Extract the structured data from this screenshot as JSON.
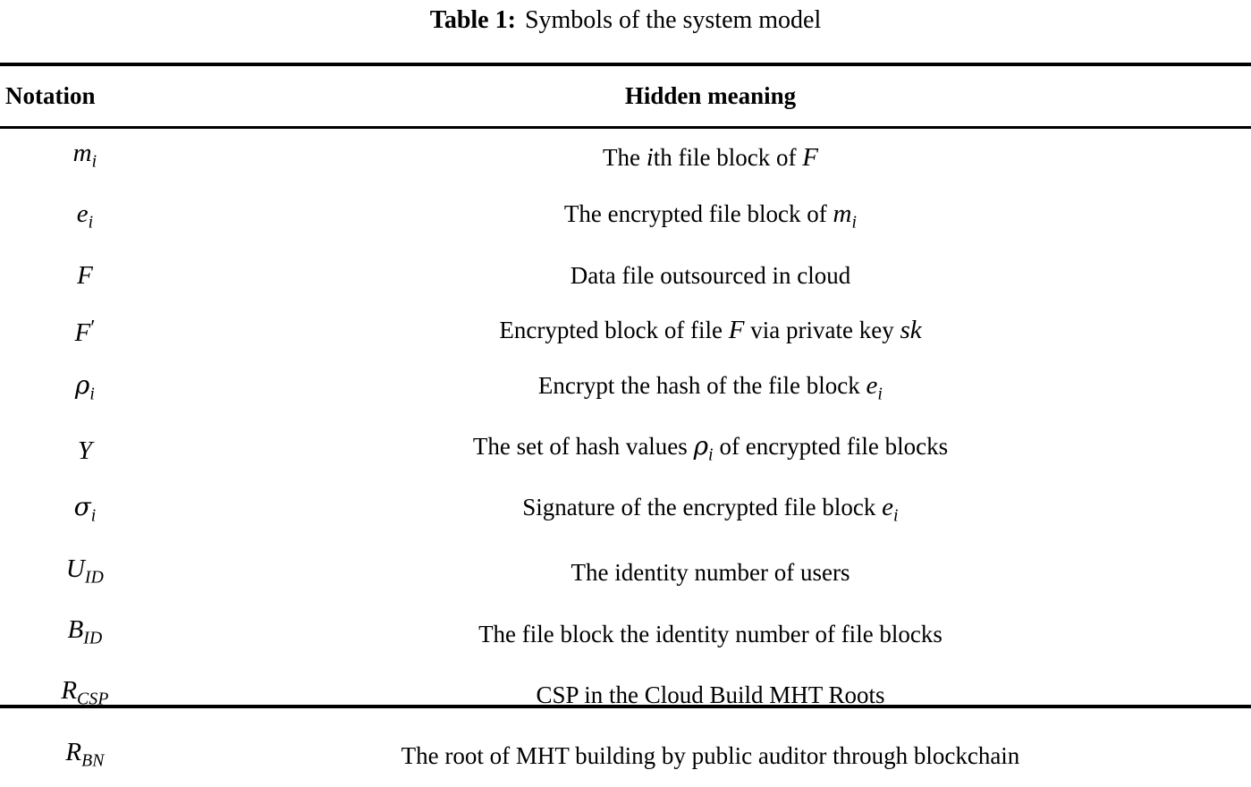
{
  "caption": {
    "label": "Table 1:",
    "text": "Symbols of the system model"
  },
  "table": {
    "headers": {
      "notation": "Notation",
      "meaning": "Hidden meaning"
    },
    "rows": [
      {
        "notation_plain": "m_i",
        "notation_base": "m",
        "notation_sub": "i",
        "meaning_plain": "The ith file block of F",
        "meaning_parts": {
          "p1": "The ",
          "p2": "i",
          "p3": "th file block of ",
          "p4": "F"
        }
      },
      {
        "notation_plain": "e_i",
        "notation_base": "e",
        "notation_sub": "i",
        "meaning_plain": "The encrypted file block of m_i",
        "meaning_parts": {
          "p1": "The encrypted file block of ",
          "p2": "m",
          "p3": "i"
        }
      },
      {
        "notation_plain": "F",
        "notation_base": "F",
        "notation_sub": "",
        "meaning_plain": "Data file outsourced in cloud",
        "meaning_parts": {
          "p1": "Data file outsourced in cloud"
        }
      },
      {
        "notation_plain": "F'",
        "notation_base": "F",
        "notation_sub": "",
        "meaning_plain": "Encrypted block of file F via private key sk",
        "meaning_parts": {
          "p1": "Encrypted block of file ",
          "p2": "F",
          "p3": " via private key ",
          "p4": "sk"
        }
      },
      {
        "notation_plain": "rho_i",
        "notation_base": "ρ",
        "notation_sub": "i",
        "meaning_plain": "Encrypt the hash of the file block e_i",
        "meaning_parts": {
          "p1": "Encrypt the hash of the file block ",
          "p2": "e",
          "p3": "i"
        }
      },
      {
        "notation_plain": "Y",
        "notation_base": "Y",
        "notation_sub": "",
        "meaning_plain": "The set of hash values rho_i of encrypted file blocks",
        "meaning_parts": {
          "p1": "The set of hash values ",
          "p2": "ρ",
          "p3": "i",
          "p4": " of encrypted file blocks"
        }
      },
      {
        "notation_plain": "sigma_i",
        "notation_base": "σ",
        "notation_sub": "i",
        "meaning_plain": "Signature of the encrypted file block e_i",
        "meaning_parts": {
          "p1": "Signature of the encrypted file block ",
          "p2": "e",
          "p3": "i"
        }
      },
      {
        "notation_plain": "U_ID",
        "notation_base": "U",
        "notation_sub": "ID",
        "meaning_plain": "The identity number of users",
        "meaning_parts": {
          "p1": "The identity number of users"
        }
      },
      {
        "notation_plain": "B_ID",
        "notation_base": "B",
        "notation_sub": "ID",
        "meaning_plain": "The file block the identity number of file blocks",
        "meaning_parts": {
          "p1": "The file block the identity number of file blocks"
        }
      },
      {
        "notation_plain": "R_CSP",
        "notation_base": "R",
        "notation_sub": "CSP",
        "meaning_plain": "CSP in the Cloud Build MHT Roots",
        "meaning_parts": {
          "p1": "CSP in the Cloud Build MHT Roots"
        }
      },
      {
        "notation_plain": "R_BN",
        "notation_base": "R",
        "notation_sub": "BN",
        "meaning_plain": "The root of MHT building by public auditor through blockchain",
        "meaning_parts": {
          "p1": "The root of MHT building by public auditor through blockchain"
        }
      }
    ]
  },
  "style": {
    "rule_color": "#000000",
    "text_color": "#000000",
    "background": "#ffffff"
  }
}
